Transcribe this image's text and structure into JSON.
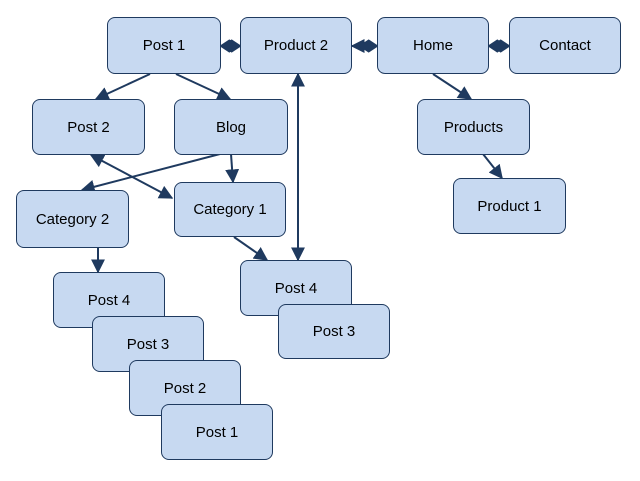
{
  "colors": {
    "node_fill": "#c7d9f1",
    "node_border": "#1f3a5f",
    "edge": "#1f3a5f"
  },
  "nodes": {
    "post1_top": "Post 1",
    "product2": "Product 2",
    "home": "Home",
    "contact": "Contact",
    "post2_left": "Post 2",
    "blog": "Blog",
    "products": "Products",
    "category2": "Category 2",
    "category1": "Category 1",
    "product1": "Product 1",
    "post4_left": "Post 4",
    "post4_mid": "Post 4",
    "post3_mid": "Post 3",
    "post3_stack": "Post 3",
    "post2_stack": "Post 2",
    "post1_stack": "Post 1"
  },
  "edges": [
    {
      "from": "post1_top",
      "to": "product2",
      "style": "diamond-both"
    },
    {
      "from": "product2",
      "to": "home",
      "style": "diamond-arrow"
    },
    {
      "from": "home",
      "to": "contact",
      "style": "diamond-both"
    },
    {
      "from": "post1_top",
      "to": "post2_left",
      "style": "arrow"
    },
    {
      "from": "post1_top",
      "to": "blog",
      "style": "arrow"
    },
    {
      "from": "home",
      "to": "products",
      "style": "arrow"
    },
    {
      "from": "products",
      "to": "product1",
      "style": "arrow"
    },
    {
      "from": "blog",
      "to": "category2",
      "style": "arrow"
    },
    {
      "from": "blog",
      "to": "category1",
      "style": "arrow"
    },
    {
      "from": "post2_left",
      "to": "category1",
      "style": "arrow-both"
    },
    {
      "from": "product2",
      "to": "post4_mid",
      "style": "arrow-both"
    },
    {
      "from": "category1",
      "to": "post4_mid",
      "style": "arrow"
    },
    {
      "from": "category2",
      "to": "post4_left",
      "style": "arrow"
    }
  ]
}
